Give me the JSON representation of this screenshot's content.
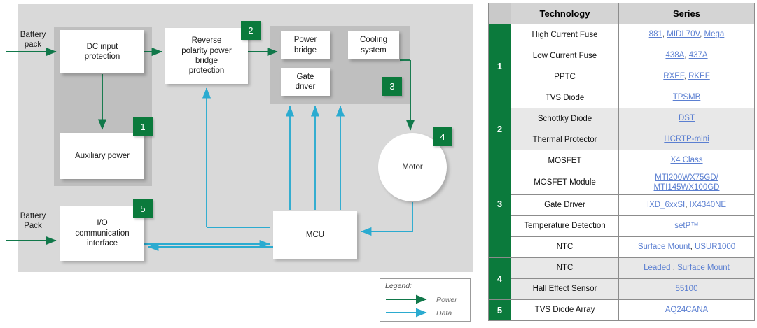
{
  "diagram": {
    "external_labels": [
      {
        "name": "battery-pack-top",
        "text": "Battery\npack"
      },
      {
        "name": "battery-pack-bottom",
        "text": "Battery\nPack"
      }
    ],
    "blocks": [
      {
        "name": "dc-input-protection",
        "text": "DC input\nprotection"
      },
      {
        "name": "auxiliary-power",
        "text": "Auxiliary power"
      },
      {
        "name": "reverse-polarity-power-bridge-protection",
        "text": "Reverse\npolarity power\nbridge\nprotection"
      },
      {
        "name": "power-bridge",
        "text": "Power\nbridge"
      },
      {
        "name": "cooling-system",
        "text": "Cooling\nsystem"
      },
      {
        "name": "gate-driver",
        "text": "Gate\ndriver"
      },
      {
        "name": "motor",
        "text": "Motor"
      },
      {
        "name": "mcu",
        "text": "MCU"
      },
      {
        "name": "io-communication-interface",
        "text": "I/O\ncommunication\ninterface"
      }
    ],
    "badges": [
      {
        "name": "badge-1",
        "text": "1"
      },
      {
        "name": "badge-2",
        "text": "2"
      },
      {
        "name": "badge-3",
        "text": "3"
      },
      {
        "name": "badge-4",
        "text": "4"
      },
      {
        "name": "badge-5",
        "text": "5"
      }
    ],
    "legend": {
      "title": "Legend:",
      "power_label": "Power",
      "data_label": "Data"
    },
    "colors": {
      "power_arrow": "#11784a",
      "data_arrow": "#2babd0",
      "badge_green": "#0b7a3c",
      "canvas_gray": "#d9d9d9",
      "group_gray": "#bfbfbf",
      "block_white": "#ffffff"
    }
  },
  "table": {
    "headers": {
      "num": "",
      "technology": "Technology",
      "series": "Series"
    },
    "colors": {
      "num_cell_green": "#0b7a3c",
      "link_blue": "#5b7fd1",
      "header_gray": "#d4d4d4",
      "alt_row": "#e8e8e8"
    },
    "groups": [
      {
        "num": "1",
        "alt": false,
        "rows": [
          {
            "technology": "High Current Fuse",
            "series_links": [
              "881",
              "MIDI 70V",
              "Mega"
            ],
            "separator": ", "
          },
          {
            "technology": "Low Current Fuse",
            "series_links": [
              "438A",
              "437A"
            ],
            "separator": ", "
          },
          {
            "technology": "PPTC",
            "series_links": [
              "RXEF",
              "RKEF"
            ],
            "separator": ", "
          },
          {
            "technology": "TVS Diode",
            "series_links": [
              "TPSMB"
            ],
            "separator": ", "
          }
        ]
      },
      {
        "num": "2",
        "alt": true,
        "rows": [
          {
            "technology": "Schottky Diode",
            "series_links": [
              "DST"
            ],
            "separator": ", "
          },
          {
            "technology": "Thermal Protector",
            "series_links": [
              "HCRTP-mini"
            ],
            "separator": ", "
          }
        ]
      },
      {
        "num": "3",
        "alt": false,
        "rows": [
          {
            "technology": "MOSFET",
            "series_links": [
              "X4 Class"
            ],
            "separator": ", "
          },
          {
            "technology": "MOSFET Module",
            "series_links": [
              "MTI200WX75GD/",
              "MTI145WX100GD"
            ],
            "separator": ""
          },
          {
            "technology": "Gate Driver",
            "series_links": [
              "IXD_6xxSI",
              "IX4340NE"
            ],
            "separator": ", "
          },
          {
            "technology": "Temperature Detection",
            "series_links": [
              "setP™"
            ],
            "separator": ", "
          },
          {
            "technology": "NTC",
            "series_links": [
              "Surface Mount",
              "USUR1000"
            ],
            "separator": ", "
          }
        ]
      },
      {
        "num": "4",
        "alt": true,
        "rows": [
          {
            "technology": "NTC",
            "series_links": [
              "Leaded ",
              "Surface Mount"
            ],
            "separator": ", "
          },
          {
            "technology": "Hall Effect Sensor",
            "series_links": [
              "55100"
            ],
            "separator": ", "
          }
        ]
      },
      {
        "num": "5",
        "alt": false,
        "rows": [
          {
            "technology": "TVS Diode Array",
            "series_links": [
              "AQ24CANA"
            ],
            "separator": ", "
          }
        ]
      }
    ]
  }
}
